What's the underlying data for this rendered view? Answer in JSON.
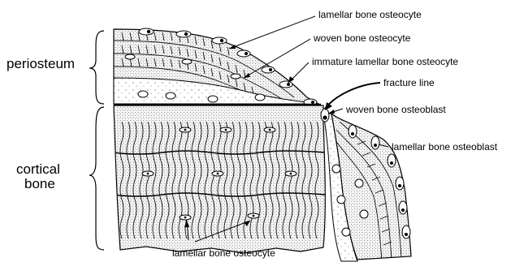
{
  "labels": {
    "periosteum": "periosteum",
    "cortical_line1": "cortical",
    "cortical_line2": "bone",
    "lamellar_bone_osteocyte_top": "lamellar bone osteocyte",
    "woven_bone_osteocyte": "woven bone osteocyte",
    "immature_lamellar_bone_osteocyte": "immature lamellar bone osteocyte",
    "fracture_line": "fracture line",
    "woven_bone_osteoblast": "woven bone osteoblast",
    "lamellar_bone_osteoblast": "lamellar bone osteoblast",
    "lamellar_bone_osteocyte_bottom": "lamellar bone osteocyte"
  }
}
